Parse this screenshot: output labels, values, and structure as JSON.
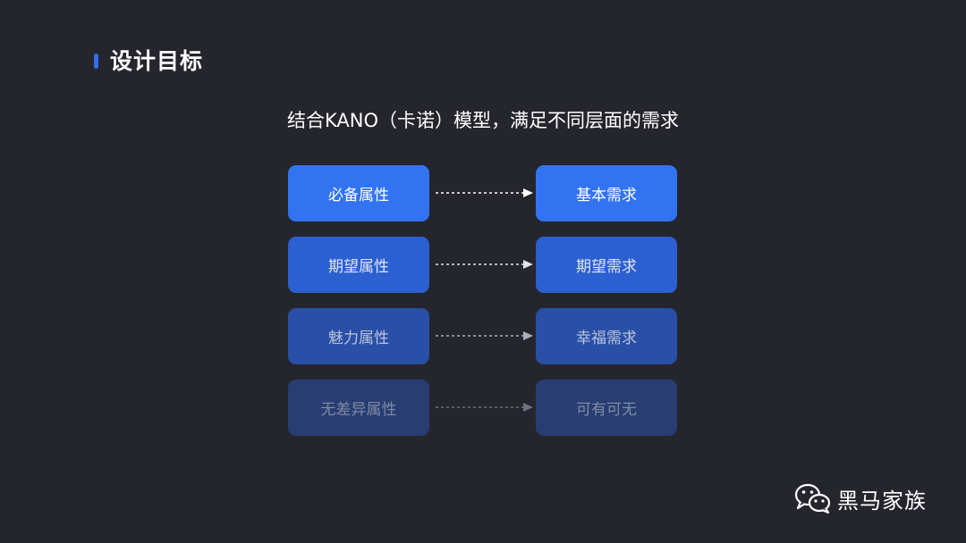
{
  "header": {
    "title": "设计目标"
  },
  "subtitle": "结合KANO（卡诺）模型，满足不同层面的需求",
  "mapping": [
    {
      "attribute": "必备属性",
      "need": "基本需求"
    },
    {
      "attribute": "期望属性",
      "need": "期望需求"
    },
    {
      "attribute": "魅力属性",
      "need": "幸福需求"
    },
    {
      "attribute": "无差异属性",
      "need": "可有可无"
    }
  ],
  "watermark": {
    "icon": "wechat-icon",
    "name": "黑马家族"
  },
  "colors": {
    "background": "#25252d",
    "accent": "#2f6ff0",
    "box_primary": "#3273f2"
  }
}
